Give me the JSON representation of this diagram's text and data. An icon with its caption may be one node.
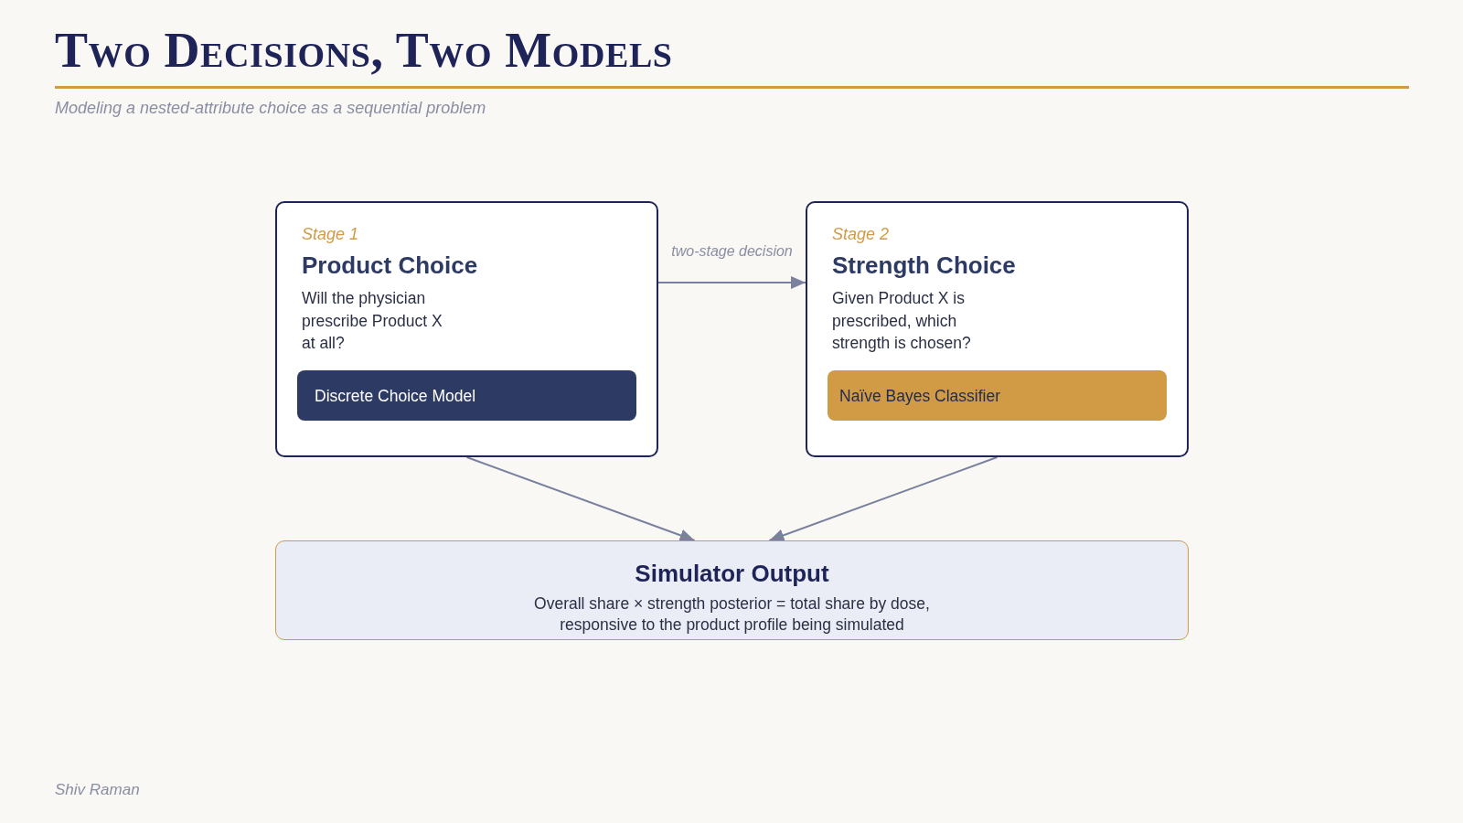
{
  "diagram": {
    "title": "Two Decisions, Two Models",
    "nodes": [
      {
        "text": [
          "Stage 1",
          "Product Choice",
          "Will the physician prescribe Product X at all?"
        ]
      },
      {
        "text": [
          "Discrete Choice Model"
        ],
        "in": 0
      },
      {
        "text": [
          "Stage 2",
          "Strength Choice",
          "Given Product X is prescribed, which strength is chosen?"
        ]
      },
      {
        "text": [
          "Naïve Bayes Classifier"
        ],
        "in": 2
      },
      {
        "text": [
          "Simulator Output",
          "Overall share × strength posterior = total share by dose, responsive to the product profile being simulated"
        ]
      }
    ],
    "edges": [
      {
        "from": 0,
        "to": 2,
        "arrow": "to",
        "label": "two-stage decision"
      },
      {
        "from": 0,
        "to": 4,
        "arrow": "to"
      },
      {
        "from": 2,
        "to": 4,
        "arrow": "to"
      }
    ],
    "labels": [
      "Modeling a nested-attribute choice as a sequential problem",
      "Shiv Raman"
    ]
  }
}
